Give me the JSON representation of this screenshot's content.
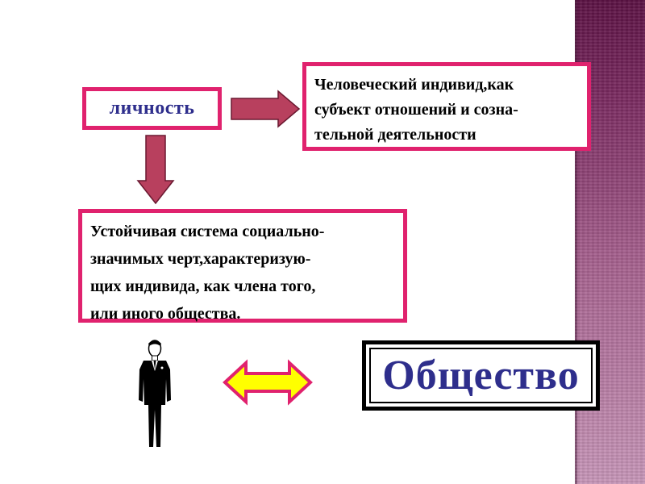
{
  "diagram": {
    "personality_label": "личность",
    "definition_text": "Человеческий индивид,как\nсубъект отношений и созна-\nтельной деятельности",
    "system_text": "Устойчивая система социально-\nзначимых черт,характеризую-\nщих индивида, как члена того,\nили иного общества.",
    "society_label": "Общество"
  },
  "colors": {
    "box_border": "#e0226e",
    "arrow_fill": "#b8405e",
    "label_text": "#2e2e8c",
    "double_arrow_fill": "#ffff00",
    "double_arrow_border": "#e0226e"
  }
}
